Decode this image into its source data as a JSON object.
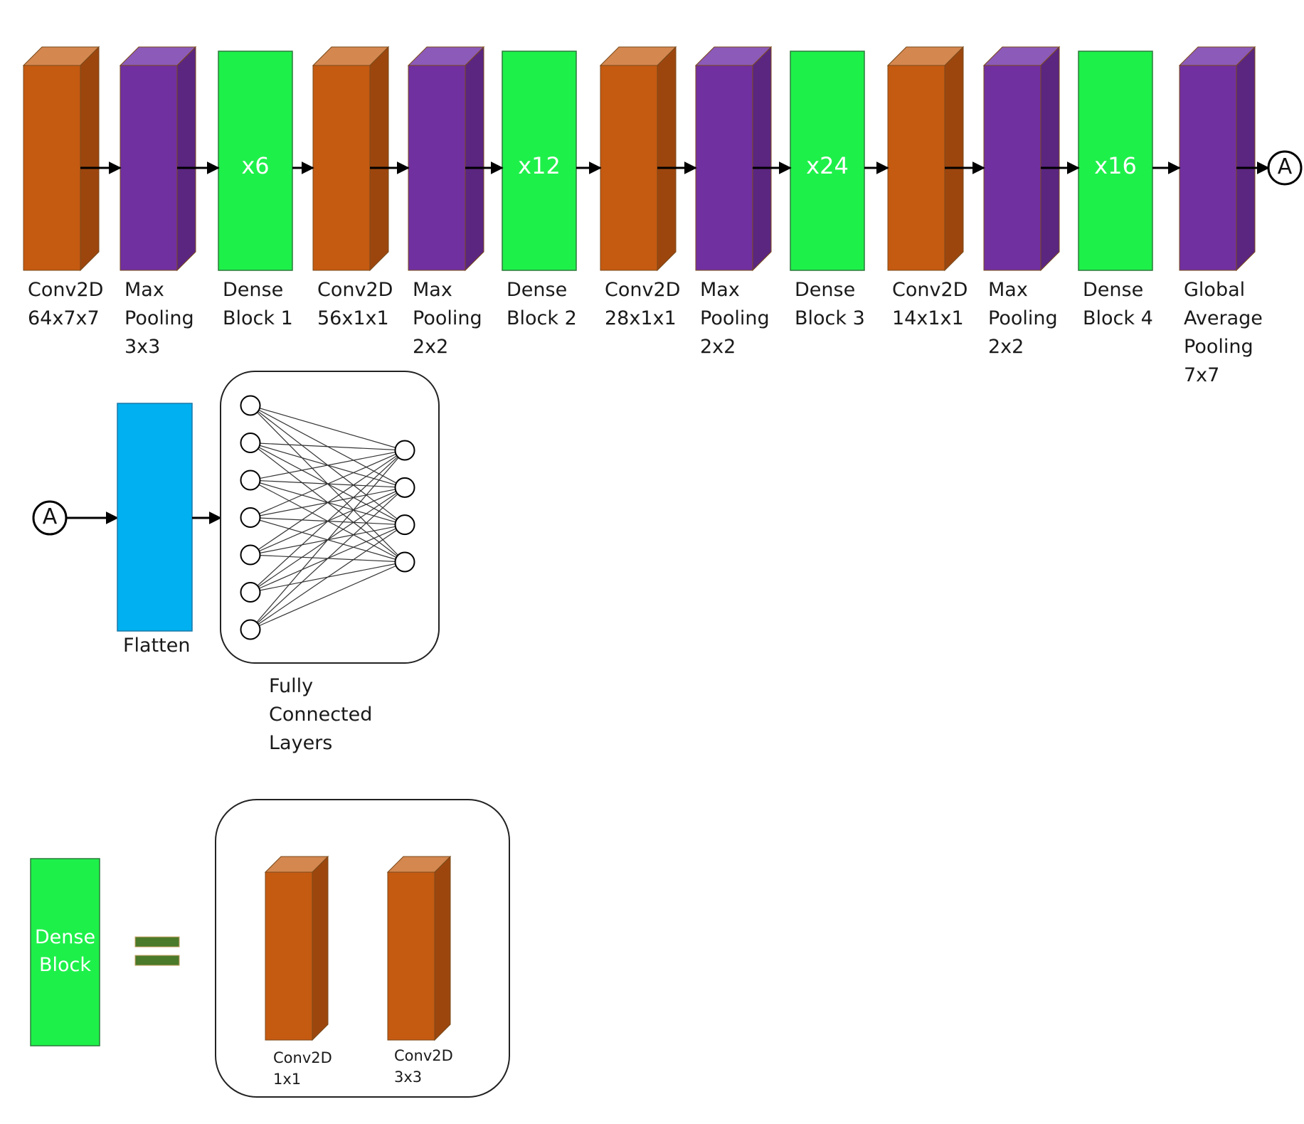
{
  "pipeline": [
    {
      "kind": "conv",
      "label": [
        "Conv2D",
        "64x7x7"
      ]
    },
    {
      "kind": "pool",
      "label": [
        "Max",
        "Pooling",
        "3x3"
      ]
    },
    {
      "kind": "dense",
      "repeat": "x6",
      "label": [
        "Dense",
        "Block 1"
      ]
    },
    {
      "kind": "conv",
      "label": [
        "Conv2D",
        "56x1x1"
      ]
    },
    {
      "kind": "pool",
      "label": [
        "Max",
        "Pooling",
        "2x2"
      ]
    },
    {
      "kind": "dense",
      "repeat": "x12",
      "label": [
        "Dense",
        "Block 2"
      ]
    },
    {
      "kind": "conv",
      "label": [
        "Conv2D",
        "28x1x1"
      ]
    },
    {
      "kind": "pool",
      "label": [
        "Max",
        "Pooling",
        "2x2"
      ]
    },
    {
      "kind": "dense",
      "repeat": "x24",
      "label": [
        "Dense",
        "Block 3"
      ]
    },
    {
      "kind": "conv",
      "label": [
        "Conv2D",
        "14x1x1"
      ]
    },
    {
      "kind": "pool",
      "label": [
        "Max",
        "Pooling",
        "2x2"
      ]
    },
    {
      "kind": "dense",
      "repeat": "x16",
      "label": [
        "Dense",
        "Block 4"
      ]
    },
    {
      "kind": "pool",
      "label": [
        "Global",
        "Average",
        "Pooling",
        "7x7"
      ]
    }
  ],
  "connector": "A",
  "head": {
    "flatten_label": "Flatten",
    "fc_label": [
      "Fully",
      "Connected",
      "Layers"
    ],
    "input_nodes": 7,
    "output_nodes": 4
  },
  "legend": {
    "block_label": [
      "Dense",
      "Block"
    ],
    "layers": [
      {
        "label": [
          "Conv2D",
          "1x1"
        ]
      },
      {
        "label": [
          "Conv2D",
          "3x3"
        ]
      }
    ]
  },
  "colors": {
    "conv_front": "#c55a11",
    "conv_top": "#d4874f",
    "conv_side": "#9c460e",
    "pool_front": "#7030a0",
    "pool_top": "#8c5ab8",
    "pool_side": "#5a2680",
    "dense": "#1ef04a",
    "flatten": "#00b0f0",
    "equals": "#4a7a2a"
  }
}
